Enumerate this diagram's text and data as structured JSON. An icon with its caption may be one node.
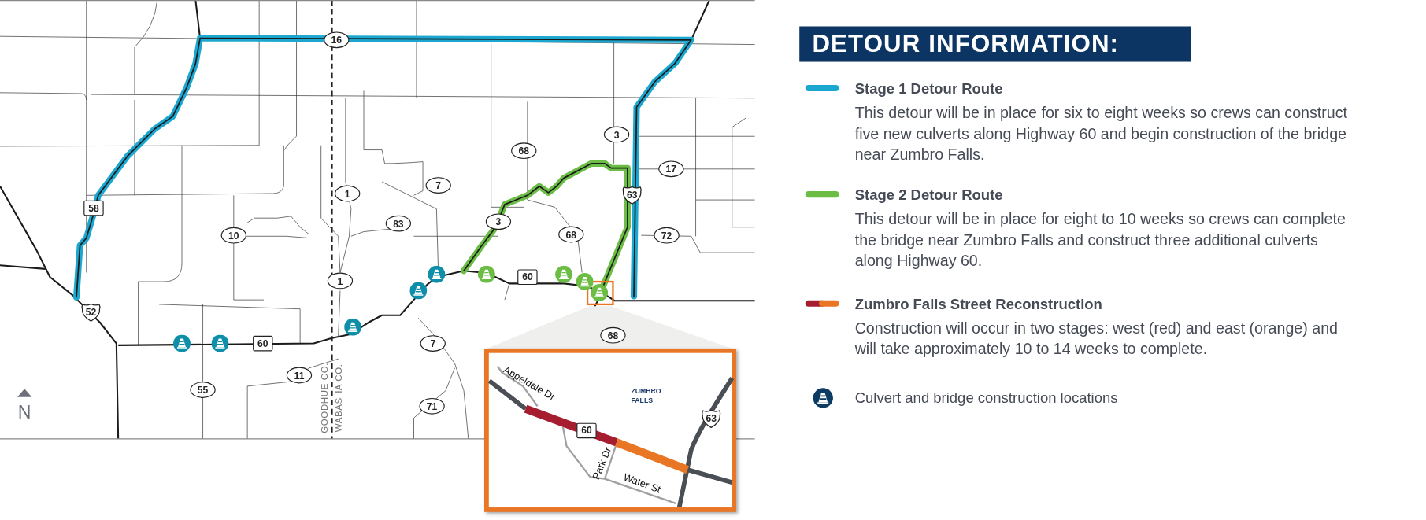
{
  "diagram": {
    "title": "DETOUR INFORMATION:",
    "labels": [
      "16",
      "3",
      "68",
      "17",
      "7",
      "1",
      "63",
      "58",
      "10",
      "83",
      "3",
      "68",
      "72",
      "60",
      "1",
      "52",
      "68",
      "60",
      "7",
      "11",
      "Appeldale Dr",
      "ZUMBRO FALLS",
      "55",
      "N",
      "71",
      "63",
      "60",
      "GOODHUE CO.",
      "WABASHA CO.",
      "Park Dr",
      "Water St",
      "This detour will be in place for six to eight weeks so crews can construct five new culverts along Highway 60 and begin construction of the bridge near Zumbro Falls.",
      "This detour will be in place for eight to 10 weeks so crews can complete the bridge near Zumbro Falls and construct three additional culverts along Highway 60.",
      "Construction will occur in two stages: west (red) and east (orange) and will take approximately 10 to 14 weeks to complete."
    ],
    "legend": [
      {
        "text": "Stage 1 Detour Route",
        "color": "#1ba7cf"
      },
      {
        "text": "Stage 2 Detour Route",
        "color": "#6cbd45"
      },
      {
        "text": "Zumbro Falls Street Reconstruction"
      },
      {
        "text": "Culvert and bridge construction locations"
      }
    ]
  }
}
